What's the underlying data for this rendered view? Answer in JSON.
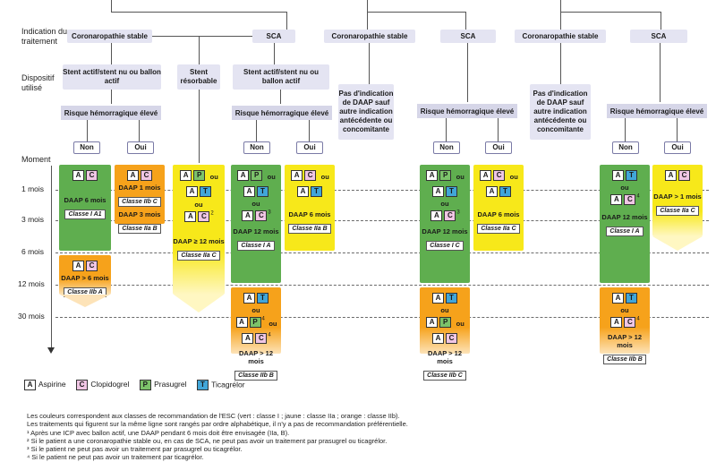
{
  "labels": {
    "indication": "Indication du traitement",
    "dispositif": "Dispositif utilisé",
    "moment": "Moment"
  },
  "timeline": [
    "1 mois",
    "3 mois",
    "6 mois",
    "12 mois",
    "30 mois"
  ],
  "indications": {
    "a1": "Coronaropathie stable",
    "a2": "SCA",
    "b1": "Coronaropathie stable",
    "b2": "SCA",
    "c1": "Coronaropathie stable",
    "c2": "SCA"
  },
  "devices": {
    "a1": "Stent actif/stent nu ou ballon actif",
    "a_mid": "Stent résorbable",
    "a2": "Stent actif/stent nu ou ballon actif",
    "b1": "Pas d'indication de DAAP sauf autre indication antécédente ou concomitante",
    "c1": "Pas d'indication de DAAP sauf autre indication antécédente ou concomitante"
  },
  "risk": "Risque hémorragique élevé",
  "no": "Non",
  "yes": "Oui",
  "ou": "ou",
  "bars": {
    "g1": {
      "text": "DAAP 6 mois",
      "cls": "Classe I A1"
    },
    "o1": {
      "text": "DAAP 1 mois",
      "cls": "Classe IIb C",
      "text2": "DAAP 3 mois",
      "cls2": "Classe IIa B"
    },
    "o2": {
      "text": "DAAP > 6 mois",
      "cls": "Classe IIb A"
    },
    "y1": {
      "text": "DAAP ≥ 12 mois",
      "cls": "Classe IIa C"
    },
    "g2": {
      "text": "DAAP 12 mois",
      "cls": "Classe I A"
    },
    "y2": {
      "text": "DAAP 6 mois",
      "cls": "Classe IIa B"
    },
    "o3": {
      "text": "DAAP > 12 mois",
      "cls": "Classe IIb B"
    },
    "g3": {
      "text": "DAAP 12 mois",
      "cls": "Classe I C"
    },
    "y3": {
      "text": "DAAP 6 mois",
      "cls": "Classe IIa C"
    },
    "o4": {
      "text": "DAAP > 12 mois",
      "cls": "Classe IIb C"
    },
    "g4": {
      "text": "DAAP 12 mois",
      "cls": "Classe I A"
    },
    "y4": {
      "text": "DAAP > 1 mois",
      "cls": "Classe IIa C"
    },
    "o5": {
      "text": "DAAP > 12 mois",
      "cls": "Classe IIb B"
    }
  },
  "legend": [
    {
      "code": "A",
      "name": "Aspirine",
      "color": "#ffffff"
    },
    {
      "code": "C",
      "name": "Clopidogrel",
      "color": "#f0c6e4"
    },
    {
      "code": "P",
      "name": "Prasugrel",
      "color": "#7cc36a"
    },
    {
      "code": "T",
      "name": "Ticagrélor",
      "color": "#41a6d9"
    }
  ],
  "notes": [
    "Les couleurs correspondent aux classes de recommandation de l'ESC (vert : classe I ; jaune : classe IIa ; orange : classe IIb).",
    "Les traitements qui figurent sur la même ligne sont rangés par ordre alphabétique, il n'y a pas de recommandation préférentielle.",
    "¹ Après une ICP avec ballon actif, une DAAP pendant 6 mois doit être envisagée (IIa, B).",
    "² Si le patient a une coronaropathie stable ou, en cas de SCA, ne peut pas avoir un traitement par prasugrel ou ticagrélor.",
    "³ Si le patient ne peut pas avoir un traitement par prasugrel ou ticagrélor.",
    "⁴ Si le patient ne peut pas avoir un traitement par ticagrélor."
  ],
  "colors": {
    "class1": "#5fae4f",
    "class2a": "#f7e81a",
    "class2b": "#f6a21b",
    "box": "#e4e4f2"
  }
}
